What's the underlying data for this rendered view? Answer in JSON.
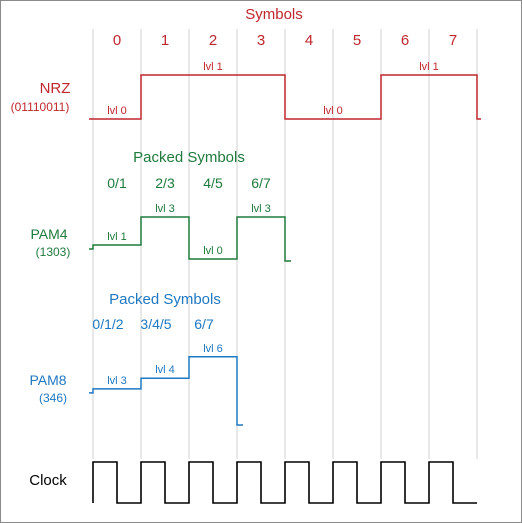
{
  "colors": {
    "nrz": "#c0262d",
    "pam4": "#1f7a3c",
    "pam8": "#1e78c2",
    "clock": "#000000",
    "grid": "#d0d0d0"
  },
  "symbols": {
    "title": "Symbols",
    "indices": [
      "0",
      "1",
      "2",
      "3",
      "4",
      "5",
      "6",
      "7"
    ]
  },
  "nrz": {
    "name": "NRZ",
    "code": "(01110011)",
    "levels": [
      0,
      1,
      1,
      1,
      0,
      0,
      1,
      1
    ],
    "level_labels": [
      "lvl 0",
      "lvl 1",
      "lvl 0",
      "lvl 1"
    ]
  },
  "pam4": {
    "heading": "Packed Symbols",
    "groups": [
      "0/1",
      "2/3",
      "4/5",
      "6/7"
    ],
    "name": "PAM4",
    "code": "(1303)",
    "levels": [
      1,
      3,
      0,
      3
    ],
    "level_labels": [
      "lvl 1",
      "lvl 3",
      "lvl 0",
      "lvl 3"
    ]
  },
  "pam8": {
    "heading": "Packed Symbols",
    "groups": [
      "0/1/2",
      "3/4/5",
      "6/7"
    ],
    "name": "PAM8",
    "code": "(346)",
    "levels": [
      3,
      4,
      6
    ],
    "level_labels": [
      "lvl 3",
      "lvl 4",
      "lvl 6"
    ]
  },
  "clock": {
    "name": "Clock",
    "periods": 8
  }
}
